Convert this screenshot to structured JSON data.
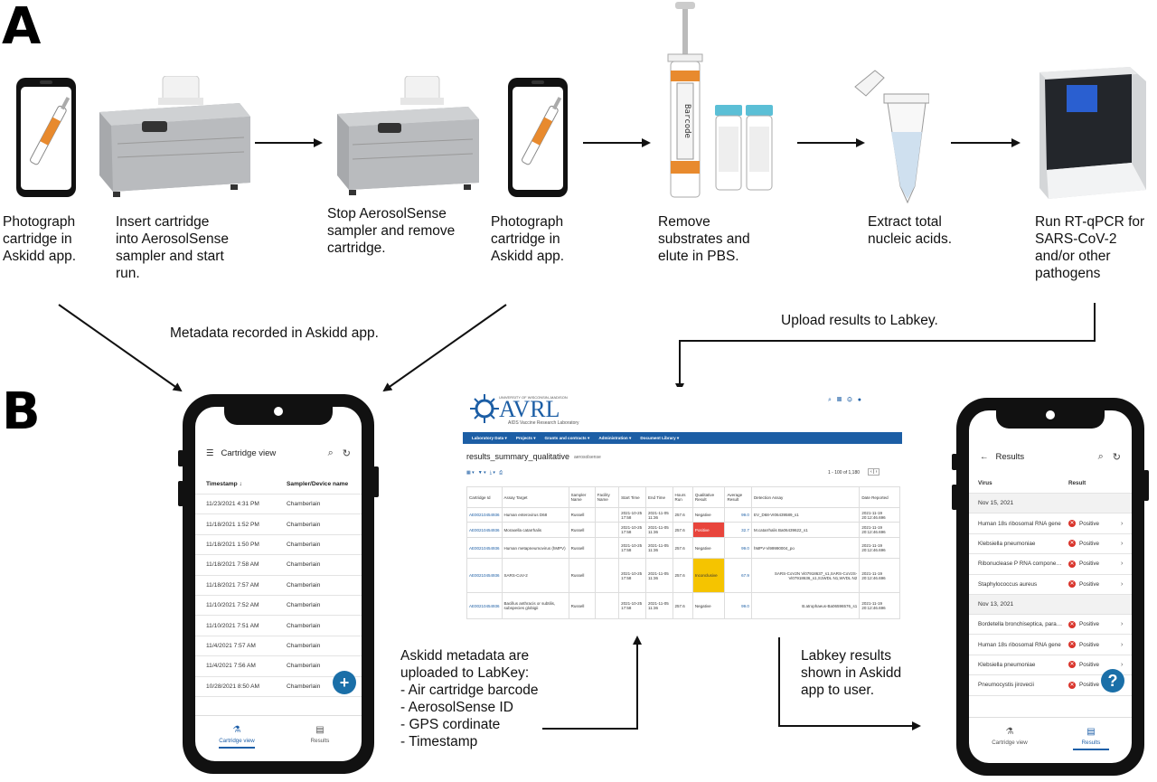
{
  "panels": {
    "a": "A",
    "b": "B"
  },
  "step_captions": {
    "photo1": [
      "Photograph",
      "cartridge in",
      "Askidd app."
    ],
    "insert": [
      "Insert cartridge",
      "into AerosolSense",
      "sampler and start",
      "run."
    ],
    "stop": [
      "Stop AerosolSense",
      "sampler and remove",
      "cartridge."
    ],
    "photo2": [
      "Photograph",
      "cartridge in",
      "Askidd app."
    ],
    "remove": [
      "Remove",
      "substrates and",
      "elute in PBS."
    ],
    "extract": [
      "Extract total",
      "nucleic acids."
    ],
    "run": [
      "Run RT-qPCR for",
      "SARS-CoV-2",
      "and/or other",
      "pathogens"
    ]
  },
  "flow_labels": {
    "metadata": "Metadata recorded in Askidd app.",
    "upload": "Upload results to Labkey.",
    "askidd_upload": [
      "Askidd metadata are",
      "uploaded to LabKey:",
      "- Air cartridge barcode",
      "- AerosolSense ID",
      "- GPS cordinate",
      "- Timestamp"
    ],
    "labkey_results": [
      "Labkey results",
      "shown in Askidd",
      "app to user."
    ]
  },
  "phone_illustration": {
    "barcode_text": "Barcode"
  },
  "cartridge_view": {
    "title": "Cartridge view",
    "col_timestamp": "Timestamp ↓",
    "col_sampler": "Sampler/Device name",
    "rows": [
      [
        "11/23/2021 4:31 PM",
        "Chamberlain"
      ],
      [
        "11/18/2021 1:52 PM",
        "Chamberlain"
      ],
      [
        "11/18/2021 1:50 PM",
        "Chamberlain"
      ],
      [
        "11/18/2021 7:58 AM",
        "Chamberlain"
      ],
      [
        "11/18/2021 7:57 AM",
        "Chamberlain"
      ],
      [
        "11/10/2021 7:52 AM",
        "Chamberlain"
      ],
      [
        "11/10/2021 7:51 AM",
        "Chamberlain"
      ],
      [
        "11/4/2021 7:57 AM",
        "Chamberlain"
      ],
      [
        "11/4/2021 7:56 AM",
        "Chamberlain"
      ],
      [
        "10/28/2021 8:50 AM",
        "Chamberlain"
      ]
    ],
    "fab": "+",
    "nav": {
      "tab1": "Cartridge view",
      "tab2": "Results"
    }
  },
  "results_view": {
    "title": "Results",
    "col_virus": "Virus",
    "col_result": "Result",
    "groups": [
      {
        "date": "Nov 15, 2021",
        "rows": [
          [
            "Human 18s ribosomal RNA gene",
            "Positive"
          ],
          [
            "Klebsiella pneumoniae",
            "Positive"
          ],
          [
            "Ribonuclease P RNA component...",
            "Positive"
          ],
          [
            "Staphylococcus aureus",
            "Positive"
          ]
        ]
      },
      {
        "date": "Nov 13, 2021",
        "rows": [
          [
            "Bordetella bronchiseptica, parap...",
            "Positive"
          ],
          [
            "Human 18s ribosomal RNA gene",
            "Positive"
          ],
          [
            "Klebsiella pneumoniae",
            "Positive"
          ],
          [
            "Pneumocystis jirovecii",
            "Positive"
          ]
        ]
      }
    ],
    "help": "?",
    "nav": {
      "tab1": "Cartridge view",
      "tab2": "Results"
    }
  },
  "labkey": {
    "university": "UNIVERSITY OF WISCONSIN–MADISON",
    "logo": "AVRL",
    "lab_name": "AIDS Vaccine Research Laboratory",
    "nav": [
      "Laboratory Data ▾",
      "Projects ▾",
      "Grants and contracts ▾",
      "Administration ▾",
      "Document Library ▾"
    ],
    "page_title": "results_summary_qualitative",
    "schema": "aerosolsense",
    "pagination": "1 - 100 of 1,180",
    "headers": [
      "Cartridge Id",
      "Assay Target",
      "Sampler Name",
      "Facility Name",
      "Start Time",
      "End Time",
      "Hours Run",
      "Qualitative Result",
      "Average Result",
      "Detection Assay",
      "Date Reported"
    ],
    "rows": [
      [
        "AE00210454936",
        "Human enterovirus D68",
        "Russell",
        "",
        "2021-10-25 17:58",
        "2021-11-05 11:36",
        "257.6",
        "Negative",
        "99.0",
        "EV_D68-VI06439589_s1",
        "2021-11-19 20:12:46.696"
      ],
      [
        "AE00210454936",
        "Moraxella catarrhalis",
        "Russell",
        "",
        "2021-10-25 17:58",
        "2021-11-05 11:36",
        "257.6",
        "Positive",
        "32.7",
        "M.catarrhalis Ba06439622_s1",
        "2021-11-19 20:12:46.696"
      ],
      [
        "AE00210454936",
        "Human metapneumovirus (hMPV)",
        "Russell",
        "",
        "2021-10-25 17:58",
        "2021-11-05 11:36",
        "257.6",
        "Negative",
        "99.0",
        "hMPV-Vi99990004_po",
        "2021-11-19 20:12:46.696"
      ],
      [
        "AE00210454936",
        "SARS-CoV-2",
        "Russell",
        "",
        "2021-10-25 17:58",
        "2021-11-05 11:36",
        "257.6",
        "Inconclusive",
        "67.9",
        "SARS-CoV2N Vi07918637_s1,SARS-CoV2S-Vi07918636_s1,S1WDL N1,WVDL N2",
        "2021-11-19 20:12:46.696"
      ],
      [
        "AE00210454936",
        "Bacillus anthracis or subtilis, subspecies globigii",
        "Russell",
        "",
        "2021-10-25 17:58",
        "2021-11-05 11:36",
        "257.6",
        "Negative",
        "99.0",
        "B.atrophaeus-Ba06596576_s1",
        "2021-11-19 20:12:46.696"
      ]
    ]
  },
  "colors": {
    "labkey_blue": "#1c5ea5",
    "positive_red": "#e8453c",
    "inconclusive_yellow": "#f5c400",
    "fab_blue": "#1a6fa8"
  }
}
